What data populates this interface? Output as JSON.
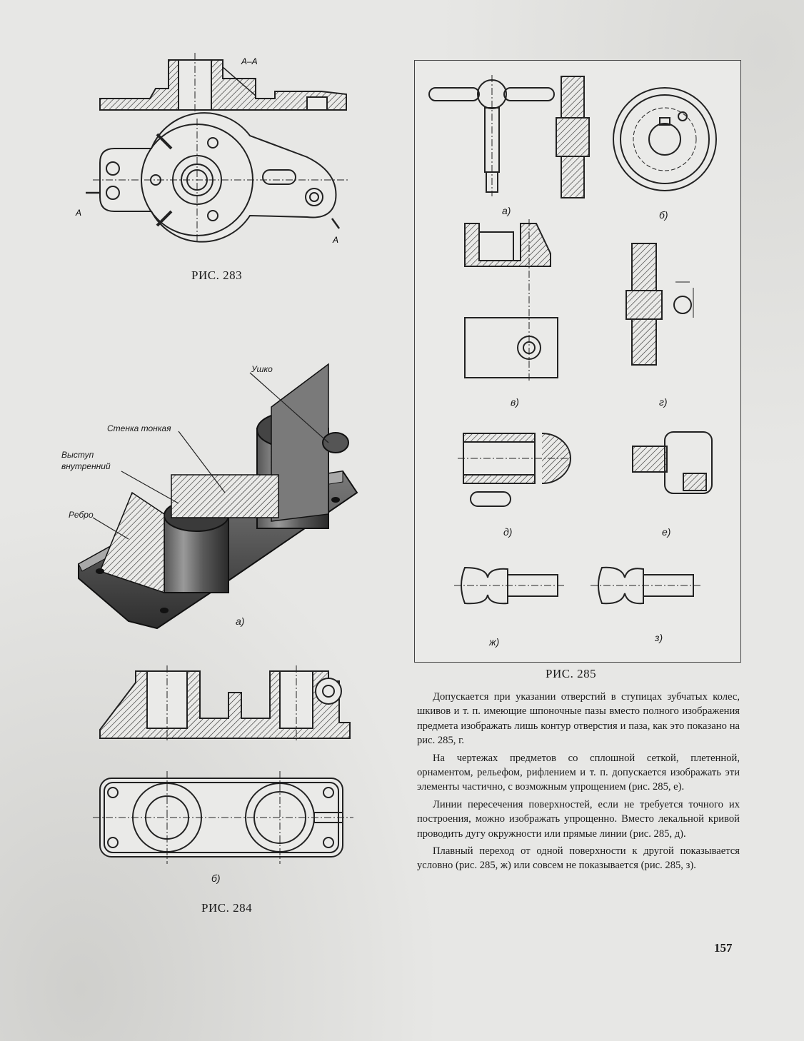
{
  "fig283": {
    "caption": "РИС. 283",
    "section_label": "А–А",
    "cut_label_left": "А",
    "cut_label_right": "А"
  },
  "fig284": {
    "caption": "РИС. 284",
    "callouts": {
      "ushko": "Ушко",
      "stenka": "Стенка тонкая",
      "vystup1": "Выступ",
      "vystup2": "внутренний",
      "rebro": "Ребро"
    },
    "sub_a": "а)",
    "sub_b": "б)"
  },
  "fig285": {
    "caption": "РИС. 285",
    "sub": {
      "a": "а)",
      "b": "б)",
      "v": "в)",
      "g": "г)",
      "d": "д)",
      "e": "е)",
      "zh": "ж)",
      "z": "з)"
    }
  },
  "text": {
    "p1": "Допускается при указании отверстий в ступицах зубчатых колес, шкивов и т. п. имеющие шпоночные пазы вместо полного изображения предмета изображать лишь контур отверстия и паза, как это показано на рис. 285, г.",
    "p2": "На чертежах предметов со сплошной сеткой, плетенной, орнаментом, рельефом, рифлением и т. п. допускается изображать эти элементы частично, с возможным упрощением (рис. 285, е).",
    "p3": "Линии пересечения поверхностей, если не требуется точного их построения, можно изображать упрощенно. Вместо лекальной кривой проводить дугу окружности или прямые линии (рис. 285, д).",
    "p4": "Плавный переход от одной поверхности к другой показывается условно (рис. 285, ж) или совсем не показывается (рис. 285, з)."
  },
  "page_number": "157"
}
